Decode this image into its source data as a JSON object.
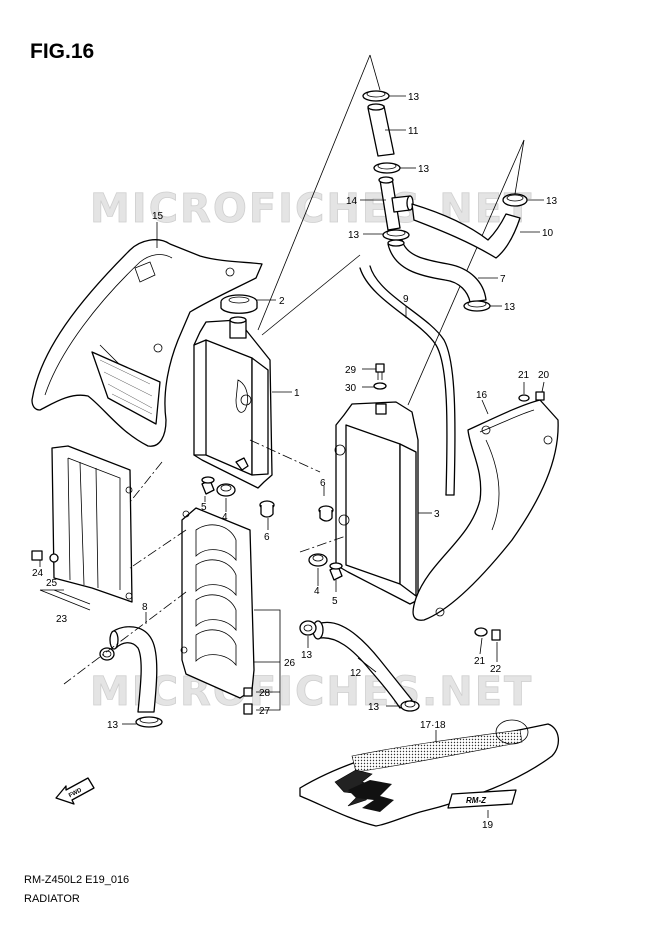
{
  "figure": {
    "title": "FIG.16",
    "model_code": "RM-Z450L2 E19_016",
    "section_name": "RADIATOR",
    "watermark": "MICROFICHES.NET",
    "fwd_label": "FWD",
    "decal_text": "RM-Z"
  },
  "callouts": [
    {
      "id": "c13a",
      "label": "13"
    },
    {
      "id": "c11",
      "label": "11"
    },
    {
      "id": "c13b",
      "label": "13"
    },
    {
      "id": "c14",
      "label": "14"
    },
    {
      "id": "c13c",
      "label": "13"
    },
    {
      "id": "c13d",
      "label": "13"
    },
    {
      "id": "c10",
      "label": "10"
    },
    {
      "id": "c7",
      "label": "7"
    },
    {
      "id": "c13e",
      "label": "13"
    },
    {
      "id": "c15",
      "label": "15"
    },
    {
      "id": "c2",
      "label": "2"
    },
    {
      "id": "c9",
      "label": "9"
    },
    {
      "id": "c1",
      "label": "1"
    },
    {
      "id": "c29",
      "label": "29"
    },
    {
      "id": "c30",
      "label": "30"
    },
    {
      "id": "c21a",
      "label": "21"
    },
    {
      "id": "c20",
      "label": "20"
    },
    {
      "id": "c16",
      "label": "16"
    },
    {
      "id": "c5a",
      "label": "5"
    },
    {
      "id": "c4a",
      "label": "4"
    },
    {
      "id": "c6a",
      "label": "6"
    },
    {
      "id": "c6b",
      "label": "6"
    },
    {
      "id": "c3",
      "label": "3"
    },
    {
      "id": "c24",
      "label": "24"
    },
    {
      "id": "c25",
      "label": "25"
    },
    {
      "id": "c23",
      "label": "23"
    },
    {
      "id": "c4b",
      "label": "4"
    },
    {
      "id": "c5b",
      "label": "5"
    },
    {
      "id": "c8",
      "label": "8"
    },
    {
      "id": "c26",
      "label": "26"
    },
    {
      "id": "c13f",
      "label": "13"
    },
    {
      "id": "c12",
      "label": "12"
    },
    {
      "id": "c21b",
      "label": "21"
    },
    {
      "id": "c22",
      "label": "22"
    },
    {
      "id": "c28",
      "label": "28"
    },
    {
      "id": "c27",
      "label": "27"
    },
    {
      "id": "c13g",
      "label": "13"
    },
    {
      "id": "c13h",
      "label": "13"
    },
    {
      "id": "c1718",
      "label": "17·18"
    },
    {
      "id": "c19",
      "label": "19"
    }
  ]
}
